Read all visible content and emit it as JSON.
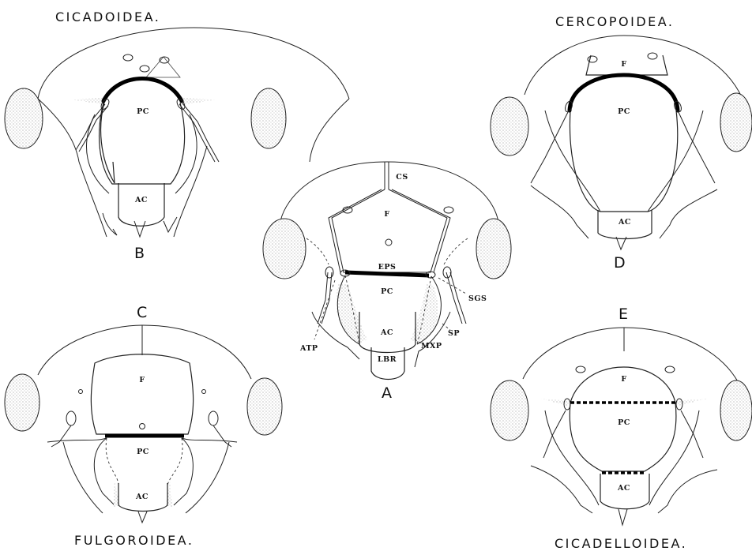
{
  "figure": {
    "panels": {
      "A": {
        "letter": "A",
        "labels": {
          "cs": "CS",
          "f": "F",
          "eps": "EPS",
          "pc": "PC",
          "ac": "AC",
          "lbr": "LBR",
          "sgs": "SGS",
          "sp": "SP",
          "mxp": "MXP",
          "atp": "ATP"
        }
      },
      "B": {
        "letter": "B",
        "title": "CICADOIDEA.",
        "labels": {
          "pc": "PC",
          "ac": "AC"
        }
      },
      "C": {
        "letter": "C",
        "title": "FULGOROIDEA.",
        "labels": {
          "f": "F",
          "pc": "PC",
          "ac": "AC"
        }
      },
      "D": {
        "letter": "D",
        "title": "CERCOPOIDEA.",
        "labels": {
          "f": "F",
          "pc": "PC",
          "ac": "AC"
        }
      },
      "E": {
        "letter": "E",
        "title": "CICADELLOIDEA.",
        "labels": {
          "f": "F",
          "pc": "PC",
          "ac": "AC"
        }
      }
    }
  }
}
